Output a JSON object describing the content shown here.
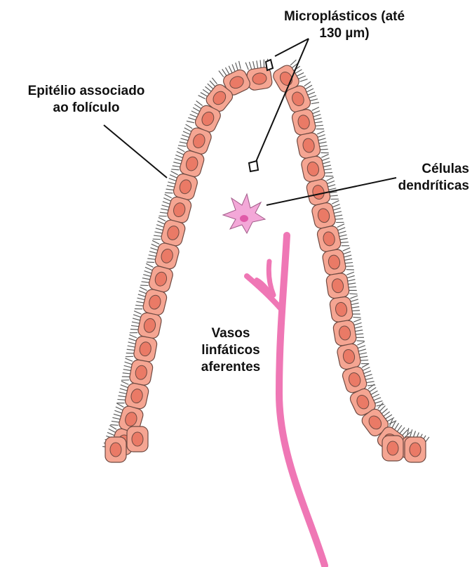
{
  "labels": {
    "microplastics": {
      "line1": "Microplásticos (até",
      "line2": "130 µm)"
    },
    "epithelium": {
      "line1": "Epitélio associado",
      "line2": "ao folículo"
    },
    "dendritic": {
      "line1": "Células",
      "line2": "dendríticas"
    },
    "lymphatic": {
      "line1": "Vasos",
      "line2": "linfáticos",
      "line3": "aferentes"
    }
  },
  "colors": {
    "cell_fill": "#f5a592",
    "cell_stroke": "#6e4a42",
    "nucleus_fill": "#ea7a66",
    "cilia": "#5e5e5e",
    "lymph_vessel": "#ef77b5",
    "dendritic_cell": "#f3a8d8",
    "dendritic_nucleus": "#e05aa8",
    "leader_line": "#111111"
  },
  "icons": [
    "microplastic-particle-icon",
    "dendritic-cell-icon"
  ]
}
